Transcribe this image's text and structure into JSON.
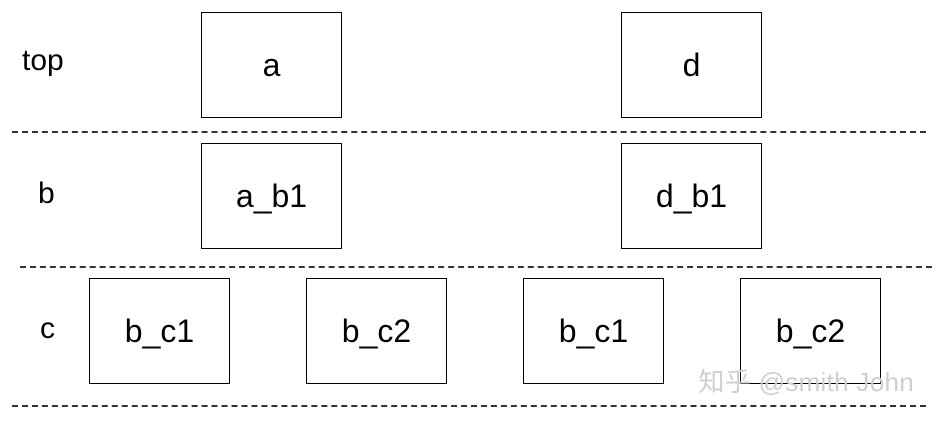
{
  "rows": {
    "top": {
      "label": "top"
    },
    "b": {
      "label": "b"
    },
    "c": {
      "label": "c"
    }
  },
  "nodes": {
    "a": "a",
    "d": "d",
    "a_b1": "a_b1",
    "d_b1": "d_b1",
    "c_left_1": "b_c1",
    "c_left_2": "b_c2",
    "c_right_1": "b_c1",
    "c_right_2": "b_c2"
  },
  "watermark": {
    "text": "知乎 @smith John"
  }
}
